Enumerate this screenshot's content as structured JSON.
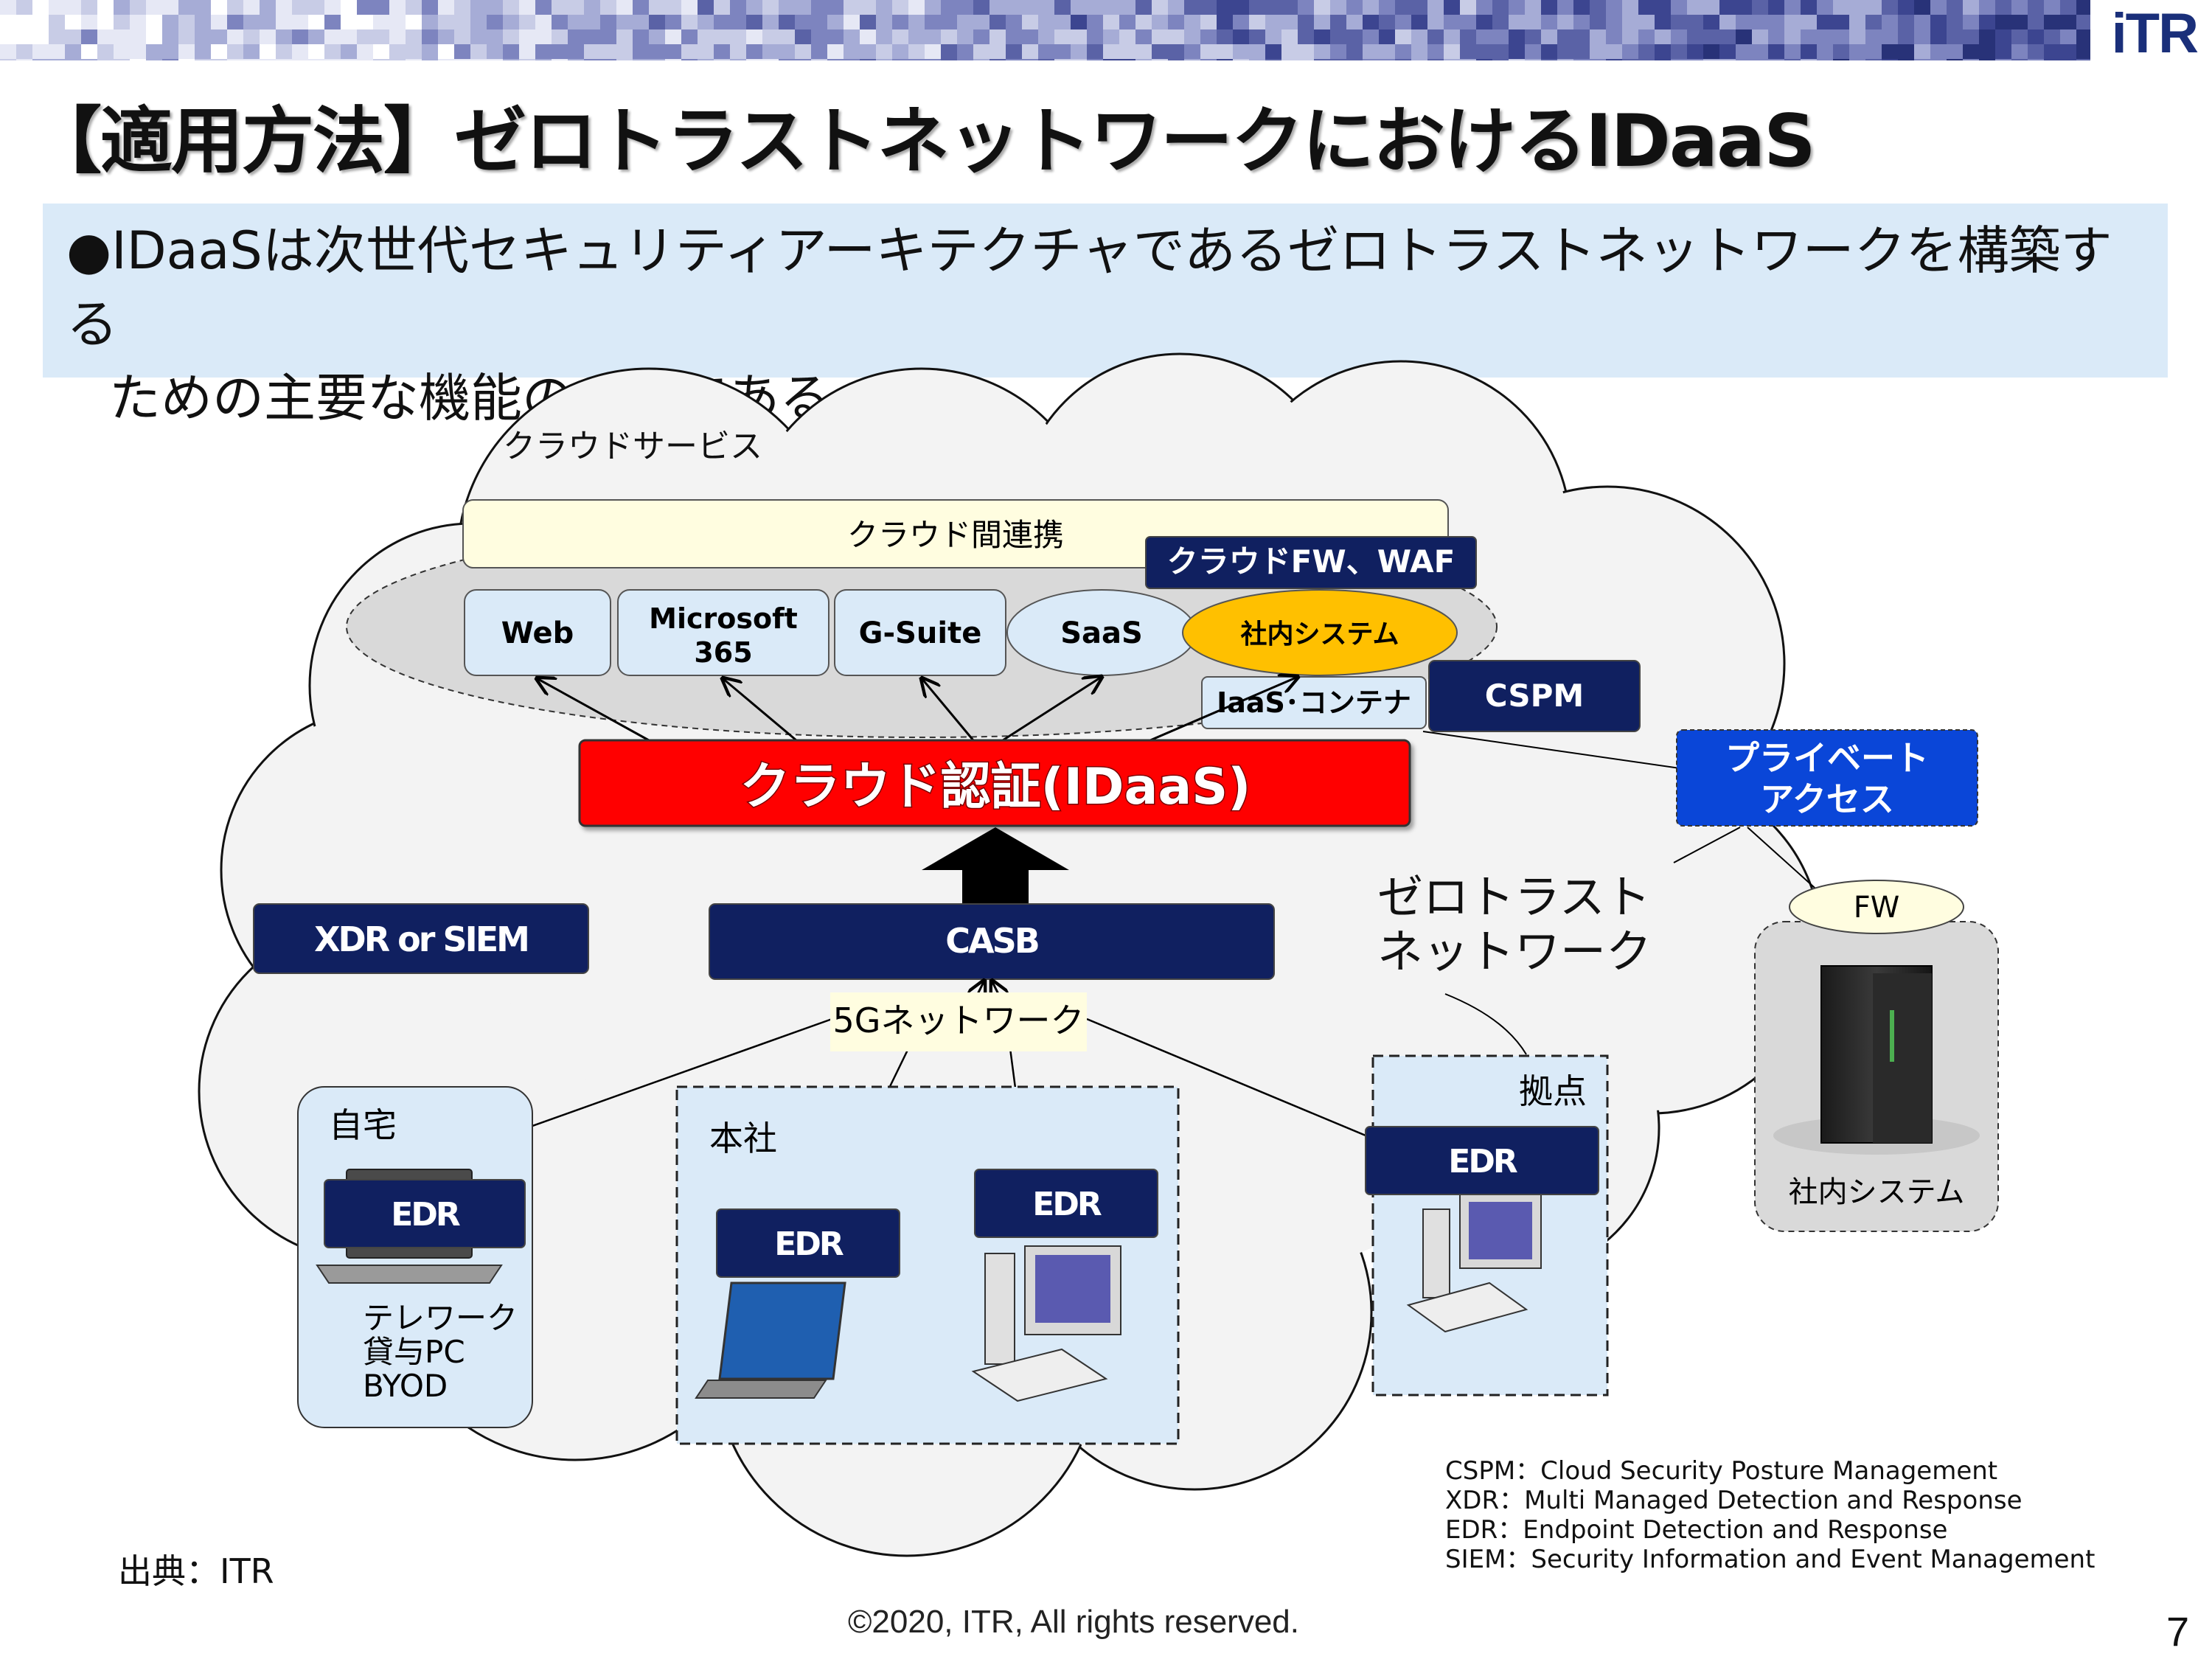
{
  "header": {
    "logo": "iTR"
  },
  "title": "【適用方法】ゼロトラストネットワークにおけるIDaaS",
  "lead": {
    "line1": "●IDaaSは次世代セキュリティアーキテクチャであるゼロトラストネットワークを構築する",
    "line2": "ための主要な機能の一つである。"
  },
  "diagram": {
    "cloud_service_label": "クラウドサービス",
    "cloud_link_label": "クラウド間連携",
    "cloud_fw_label": "クラウドFW、WAF",
    "services": {
      "web": "Web",
      "ms365_line1": "Microsoft",
      "ms365_line2": "365",
      "gsuite": "G-Suite",
      "saas": "SaaS",
      "internal": "社内システム"
    },
    "iaas_label": "IaaS･コンテナ",
    "cspm_label": "CSPM",
    "idaas_label": "クラウド認証(IDaaS)",
    "private_access_line1": "プライベート",
    "private_access_line2": "アクセス",
    "xdr_label": "XDR or SIEM",
    "casb_label": "CASB",
    "zero_trust_line1": "ゼロトラスト",
    "zero_trust_line2": "ネットワーク",
    "network_5g_label": "5Gネットワーク",
    "fw_label": "FW",
    "internal_system_label": "社内システム",
    "home": {
      "label": "自宅",
      "edr": "EDR",
      "note1": "テレワーク",
      "note2": "貸与PC",
      "note3": "BYOD"
    },
    "hq": {
      "label": "本社",
      "edr1": "EDR",
      "edr2": "EDR"
    },
    "branch": {
      "label": "拠点",
      "edr": "EDR"
    }
  },
  "definitions": [
    "CSPM：Cloud Security Posture Management",
    "XDR：Multi Managed Detection and Response",
    "EDR：Endpoint Detection and Response",
    "SIEM：Security Information and Event Management"
  ],
  "footer": {
    "source": "出典：ITR",
    "copyright": "©2020, ITR, All rights reserved.",
    "page": "7"
  },
  "colors": {
    "navy": "#102060",
    "red": "#ff0000",
    "blue": "#0a46d8",
    "light_blue": "#daeaf8",
    "cream": "#fffde0",
    "gold": "#ffc000"
  }
}
